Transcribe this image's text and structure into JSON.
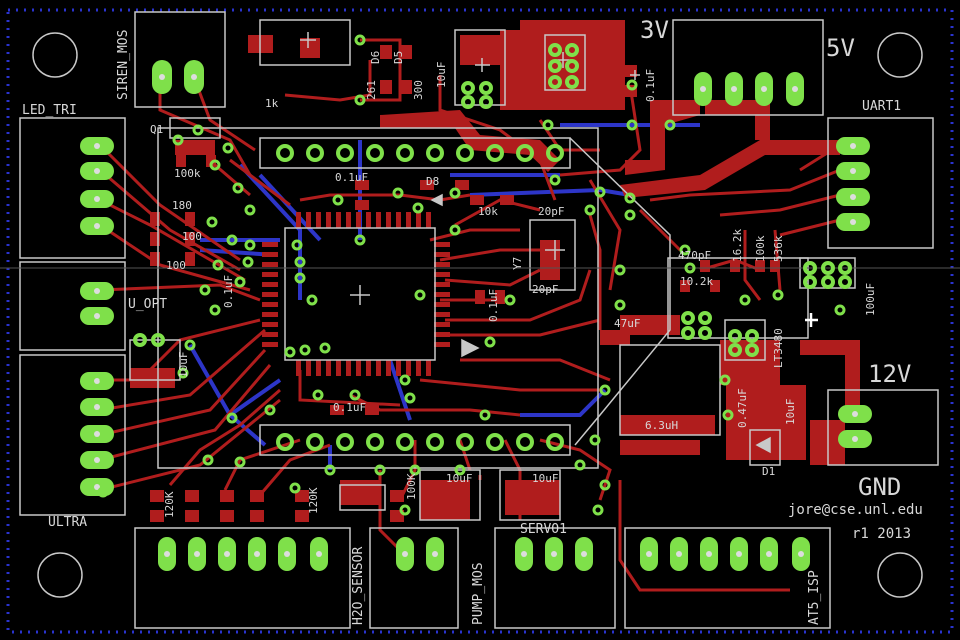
{
  "colors": {
    "background": "#000000",
    "trace_top": "#b01d1d",
    "trace_bottom": "#2d35c8",
    "pad": "#7fe04a",
    "pad_hole": "#dddddd",
    "silk": "#c8c8c8",
    "outline_dots": "#2a33d0"
  },
  "connectors": {
    "siren": "SIREN_MOS",
    "led": "LED_TRI",
    "uopt": "U_OPT",
    "ultra": "ULTRA",
    "h2o": "H2O_SENSOR",
    "pump": "PUMP_MOS",
    "servo": "SERVO1",
    "isp": "AT5_ISP",
    "uart": "UART1",
    "v3": "3V",
    "v5": "5V",
    "v12": "12V",
    "gnd": "GND"
  },
  "parts": {
    "q1": "Q1",
    "r1k": "1k",
    "d6": "D6",
    "d5": "D5",
    "v261": "261",
    "v300": "300",
    "c10uf_top": "10uF",
    "c01uf_top": "0.1uF",
    "r100k_q1": "100k",
    "r180": "180",
    "r100a": "100",
    "r100b": "100",
    "c01uf_a": "0.1uF",
    "c01uf_b": "0.1uF",
    "c01uf_c": "0.1uF",
    "c01uf_d": "0.1uF",
    "d8": "D8",
    "r10k": "10k",
    "c20pf_a": "20pF",
    "c20pf_b": "20pF",
    "y7": "Y7",
    "c470pf": "470pF",
    "r162k": "16.2k",
    "r100k_b": "100k",
    "r536k": "536k",
    "r102k": "10.2k",
    "lt3480": "LT3480",
    "c47uf": "47uF",
    "c100uf": "100uF",
    "l63uh": "6.3uH",
    "c047uf": "0.47uF",
    "c10uf_b": "10uF",
    "d1": "D1",
    "c10uf_left": "10uF",
    "r120k_a": "120K",
    "r120k_b": "120K",
    "r100k_c": "100K",
    "c10uf_bot_a": "10uF",
    "c10uf_bot_b": "10uF"
  },
  "footer": {
    "email": "jore@cse.unl.edu",
    "revision": "r1 2013"
  }
}
